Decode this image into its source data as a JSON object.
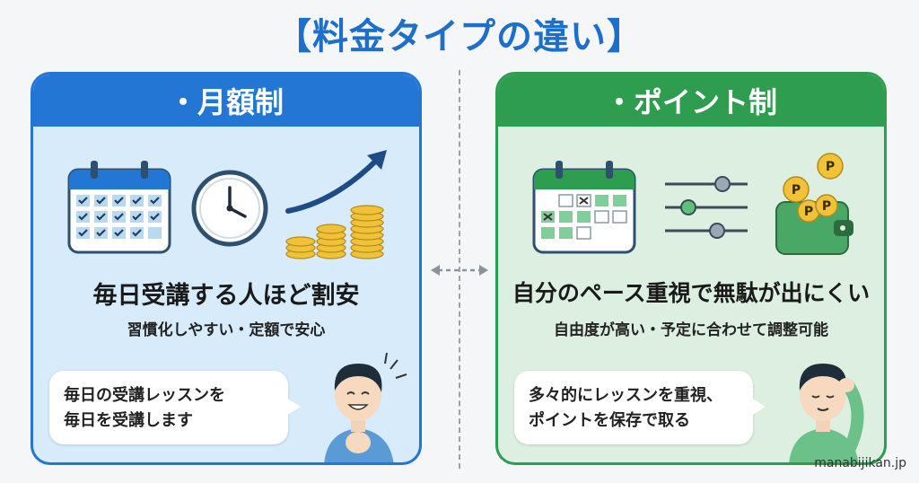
{
  "title": "【料金タイプの違い】",
  "left": {
    "header": "・月額制",
    "headline": "毎日受講する人ほど割安",
    "sub": "習慣化しやすい・定額で安心",
    "bubble_line1": "毎日の受講レッスンを",
    "bubble_line2": "毎日を受講します"
  },
  "right": {
    "header": "・ポイント制",
    "headline": "自分のペース重視で無駄が出にくい",
    "sub": "自由度が高い・予定に合わせて調整可能",
    "bubble_line1": "多々的にレッスンを重視、",
    "bubble_line2": "ポイントを保存で取る",
    "coin_label": "P"
  },
  "watermark": "manabijikan.jp",
  "colors": {
    "blue": "#2376d3",
    "green": "#2e9d4f",
    "title": "#1d6fc9"
  }
}
